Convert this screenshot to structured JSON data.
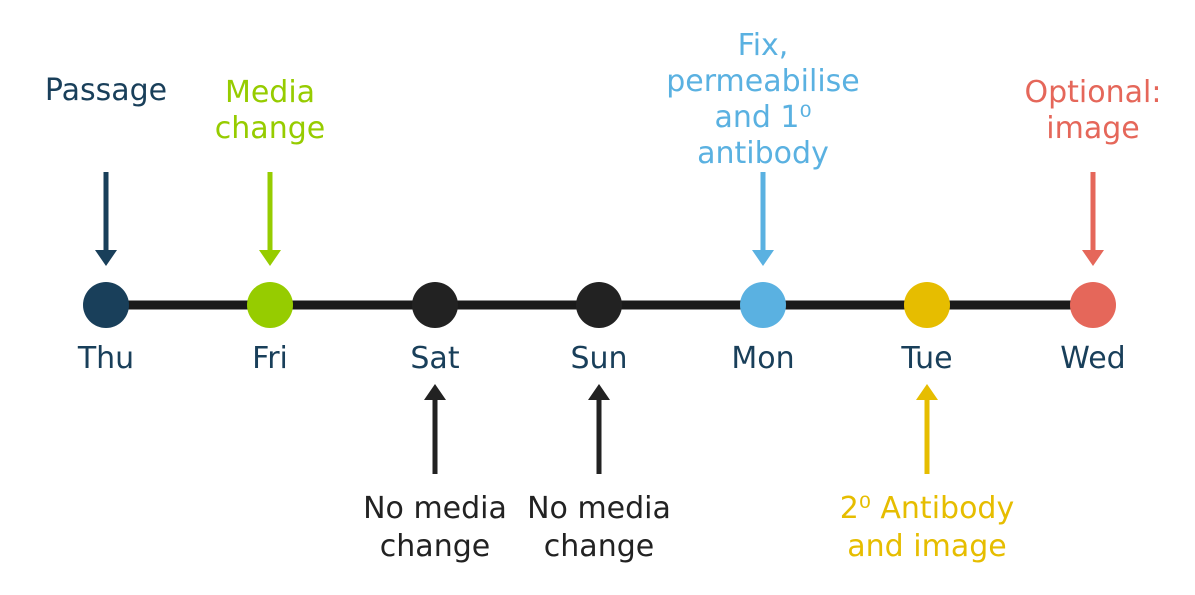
{
  "timeline": {
    "line_color": "#1a1a1a",
    "days": [
      {
        "label": "Thu",
        "color": "#193f5a",
        "text_color": "#193f5a"
      },
      {
        "label": "Fri",
        "color": "#96cc00",
        "text_color": "#193f5a"
      },
      {
        "label": "Sat",
        "color": "#222222",
        "text_color": "#193f5a"
      },
      {
        "label": "Sun",
        "color": "#222222",
        "text_color": "#193f5a"
      },
      {
        "label": "Mon",
        "color": "#5ab1e1",
        "text_color": "#193f5a"
      },
      {
        "label": "Tue",
        "color": "#e6bd00",
        "text_color": "#193f5a"
      },
      {
        "label": "Wed",
        "color": "#e5675a",
        "text_color": "#193f5a"
      }
    ]
  },
  "annotations": {
    "above": [
      {
        "day": "Thu",
        "color": "#193f5a",
        "lines": [
          "Passage"
        ]
      },
      {
        "day": "Fri",
        "color": "#96cc00",
        "lines": [
          "Media",
          "change"
        ]
      },
      {
        "day": "Mon",
        "color": "#5ab1e1",
        "lines": [
          "Fix,",
          "permeabilise",
          "and 1⁰",
          "antibody"
        ]
      },
      {
        "day": "Wed",
        "color": "#e5675a",
        "lines": [
          "Optional:",
          "image"
        ]
      }
    ],
    "below": [
      {
        "day": "Sat",
        "color": "#222222",
        "lines": [
          "No media",
          "change"
        ]
      },
      {
        "day": "Sun",
        "color": "#222222",
        "lines": [
          "No media",
          "change"
        ]
      },
      {
        "day": "Tue",
        "color": "#e6bd00",
        "lines": [
          "2⁰ Antibody",
          "and image"
        ]
      }
    ]
  }
}
